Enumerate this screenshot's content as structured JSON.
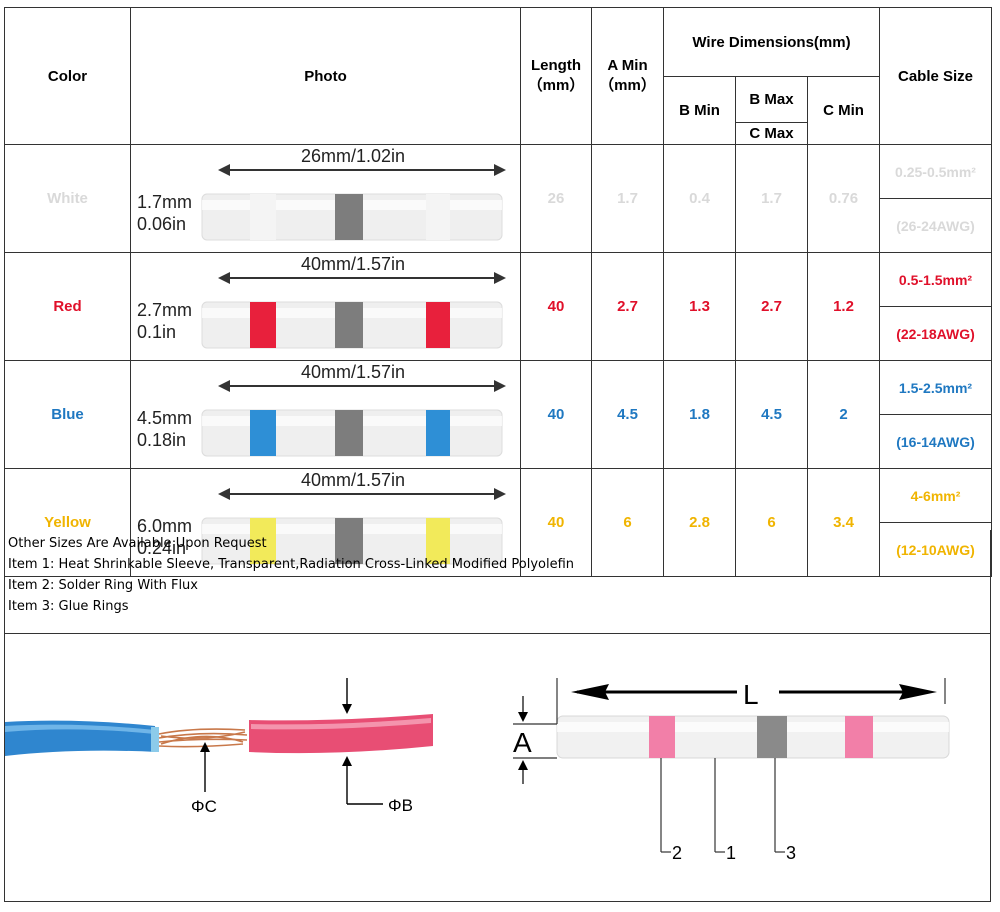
{
  "header": {
    "color": "Color",
    "photo": "Photo",
    "length": "Length\n（mm）",
    "amin": "A Min\n（mm）",
    "wire_dims": "Wire Dimensions(mm)",
    "bmin": "B Min",
    "bmax": "B Max",
    "cmax": "C Max",
    "cmin": "C Min",
    "cable": "Cable Size"
  },
  "rows": [
    {
      "color": "White",
      "hex": "#d9d9d9",
      "band": "#f4f4f4",
      "dim": "26mm/1.02in",
      "side1": "1.7mm",
      "side2": "0.06in",
      "length": "26",
      "amin": "1.7",
      "bmin": "0.4",
      "bmax": "1.7",
      "cmin": "0.76",
      "mm2": "0.25-0.5mm²",
      "awg": "(26-24AWG)"
    },
    {
      "color": "Red",
      "hex": "#e0102a",
      "band": "#e8203c",
      "dim": "40mm/1.57in",
      "side1": "2.7mm",
      "side2": "0.1in",
      "length": "40",
      "amin": "2.7",
      "bmin": "1.3",
      "bmax": "2.7",
      "cmin": "1.2",
      "mm2": "0.5-1.5mm²",
      "awg": "(22-18AWG)"
    },
    {
      "color": "Blue",
      "hex": "#1f78c1",
      "band": "#2e8fd6",
      "dim": "40mm/1.57in",
      "side1": "4.5mm",
      "side2": "0.18in",
      "length": "40",
      "amin": "4.5",
      "bmin": "1.8",
      "bmax": "4.5",
      "cmin": "2",
      "mm2": "1.5-2.5mm²",
      "awg": "(16-14AWG)"
    },
    {
      "color": "Yellow",
      "hex": "#f0b400",
      "band": "#f2ea5a",
      "dim": "40mm/1.57in",
      "side1": "6.0mm",
      "side2": "0.24in",
      "length": "40",
      "amin": "6",
      "bmin": "2.8",
      "bmax": "6",
      "cmin": "3.4",
      "mm2": "4-6mm²",
      "awg": "(12-10AWG)"
    }
  ],
  "notes": [
    "Other Sizes Are Available Upon Request",
    "Item 1: Heat Shrinkable Sleeve, Transparent,Radiation Cross-Linked Modified Polyolefin",
    "Item 2: Solder Ring With Flux",
    "Item 3: Glue Rings"
  ],
  "diagram": {
    "phi_c": "ΦC",
    "phi_b": "ΦB",
    "L": "L",
    "A": "A",
    "item1": "1",
    "item2": "2",
    "item3": "3"
  }
}
